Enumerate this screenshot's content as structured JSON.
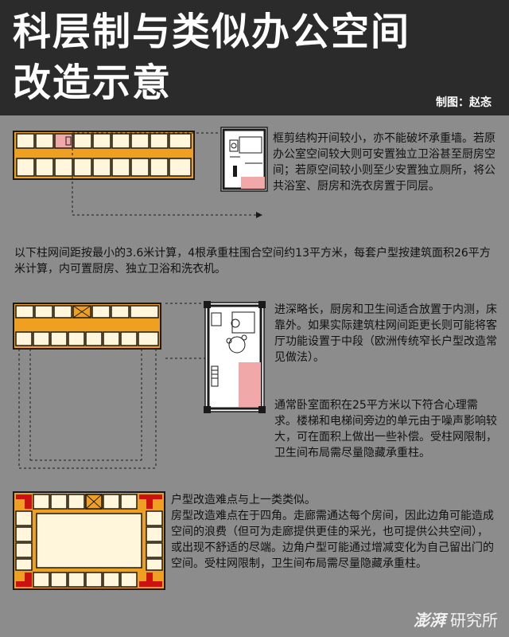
{
  "header": {
    "title_line1": "科层制与类似办公空间",
    "title_line2": "改造示意",
    "credit": "制图：赵忞"
  },
  "sections": {
    "s1_text": "框剪结构开间较小，亦不能破坏承重墙。若原办公室空间较大则可安置独立卫浴甚至厨房空间；若原空间较小则至少安置独立厕所，将公共浴室、厨房和洗衣房置于同层。",
    "s2_intro": "以下柱网间距按最小的3.6米计算，4根承重柱围合空间约13平方米，每套户型按建筑面积26平方米计算，内可置厨房、独立卫浴和洗衣机。",
    "s2_text_a": "进深略长，厨房和卫生间适合放置于内测，床靠外。如果实际建筑柱网间距更长则可能将客厅功能设置于中段（欧洲传统窄长户型改造常见做法）。",
    "s2_text_b": "通常卧室面积在25平方米以下符合心理需求。楼梯和电梯间旁边的单元由于噪声影响较大，可在面积上做出一些补偿。受柱网限制，卫生间布局需尽量隐藏承重柱。",
    "s3_text": "户型改造难点与上一类类似。\n房型改造难点在于四角。走廊需通达每个房间，因此边角可能造成空间的浪费（但可为走廊提供更佳的采光，也可提供公共空间），或出现不舒适的尽端。边角户型可能通过增减变化为自己留出门的空间。受柱网限制，卫生间布局需尽量隐藏承重柱。"
  },
  "watermark": {
    "brand": "澎湃",
    "unit": "研究所"
  },
  "colors": {
    "background": "#8c8c8c",
    "header": "#2b2b2b",
    "corridor": "#f0a020",
    "room": "#fff6dc",
    "wall": "#1a1a1a",
    "highlight_pink": "#f0a8a8",
    "highlight_red": "#cc1111",
    "card": "#ffffff"
  }
}
